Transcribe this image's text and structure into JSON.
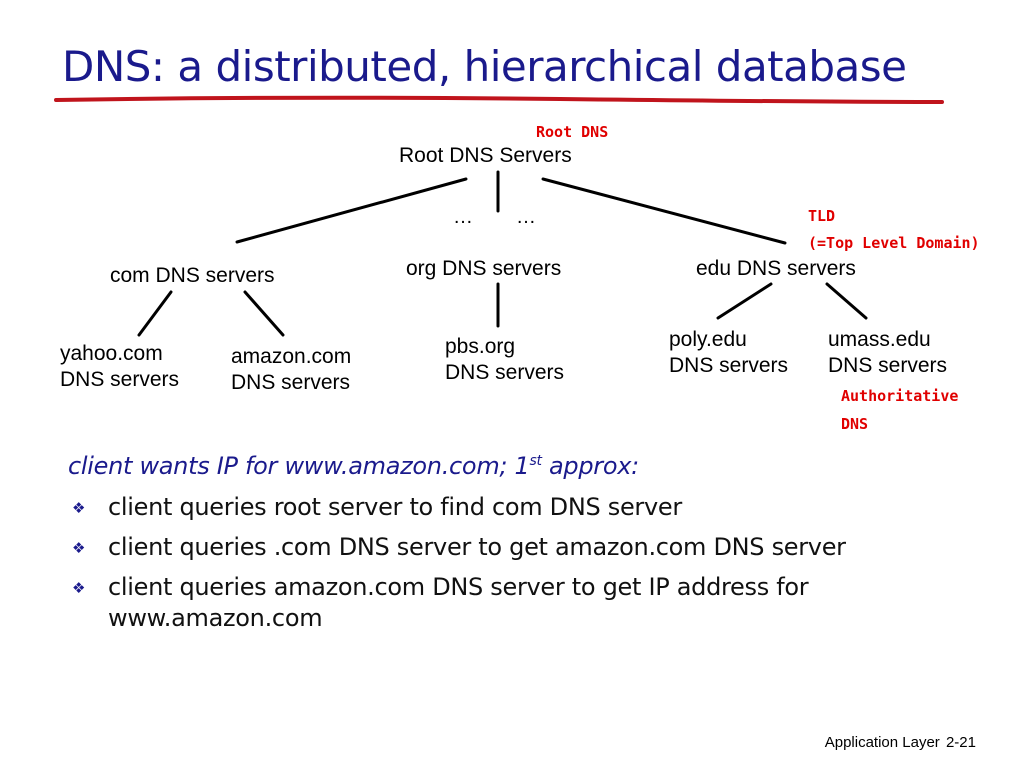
{
  "slide": {
    "title": "DNS: a distributed, hierarchical database",
    "accent_color": "#1a1a8c",
    "underline_color": "#c0141c"
  },
  "diagram": {
    "root": "Root DNS Servers",
    "ellipsis_left": "…",
    "ellipsis_right": "…",
    "tld": {
      "com": "com DNS servers",
      "org": "org DNS servers",
      "edu": "edu DNS servers"
    },
    "authoritative": {
      "yahoo": [
        "yahoo.com",
        "DNS servers"
      ],
      "amazon": [
        "amazon.com",
        "DNS servers"
      ],
      "pbs": [
        "pbs.org",
        "DNS servers"
      ],
      "poly": [
        "poly.edu",
        "DNS servers"
      ],
      "umass": [
        "umass.edu",
        "DNS servers"
      ]
    },
    "annotations": {
      "root_dns": "Root DNS",
      "tld_line1": "TLD",
      "tld_line2": "(=Top Level Domain)",
      "auth_line1": "Authoritative",
      "auth_line2": "DNS",
      "color": "#e00000"
    }
  },
  "example": {
    "lead_before": "client wants IP for www.amazon.com; 1",
    "lead_sup": "st",
    "lead_after": " approx:",
    "bullet_icon": "diamond-bullet-icon",
    "bullets": [
      "client queries root server to find com DNS server",
      "client queries .com DNS server to get amazon.com DNS server",
      "client queries amazon.com DNS server to get  IP address for www.amazon.com"
    ]
  },
  "footer": {
    "label": "Application Layer",
    "page": "2-21"
  }
}
